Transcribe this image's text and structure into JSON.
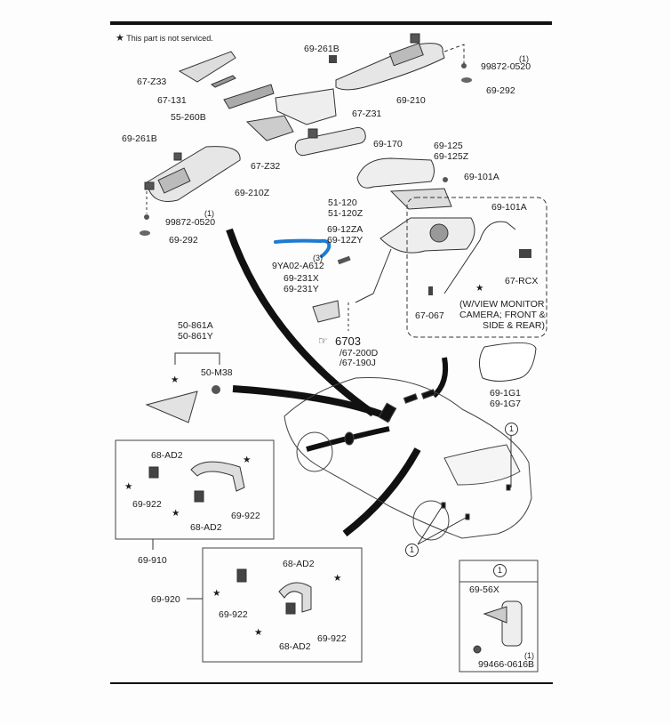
{
  "diagram": {
    "note": {
      "symbol": "★",
      "text": "This part is not serviced."
    },
    "parts": {
      "sunvisor_top": {
        "clip": "69-261B",
        "visor": "69-210",
        "screw_qty": "(1)",
        "screw": "99872-0520",
        "cover": "69-292"
      },
      "overhead": {
        "bracket": "67-Z33",
        "harness": "67-131",
        "map_lamp": "55-260B",
        "cover": "67-Z31",
        "cover2": "67-Z32"
      },
      "mirror": {
        "rear_view": "69-170"
      },
      "sunvisor_left": {
        "clip": "69-261B",
        "visor": "69-210Z",
        "screw_qty": "(1)",
        "screw": "99872-0520",
        "cover": "69-292"
      },
      "door_mirror": {
        "cap_a": "69-125",
        "cap_b": "69-125Z",
        "nut": "69-101A",
        "base_a": "51-120",
        "base_b": "51-120Z",
        "body_a": "69-12ZA",
        "body_b": "69-12ZY",
        "bolt_qty": "(3)",
        "bolt": "9YA02-A612",
        "garnish_a": "69-231X",
        "garnish_b": "69-231Y",
        "ref_num": "6703",
        "ref_a": "/67-200D",
        "ref_b": "/67-190J"
      },
      "camera_box": {
        "nut": "69-101A",
        "camera": "67-RCX",
        "connector": "67-067",
        "note_line1": "(W/VIEW MONITOR",
        "note_line2": "CAMERA; FRONT &",
        "note_line3": "SIDE & REAR)"
      },
      "mirror_glass": {
        "a": "69-1G1",
        "b": "69-1G7"
      },
      "quarter_glass": {
        "a": "50-861A",
        "b": "50-861Y",
        "clip": "50-M38"
      },
      "grip_front": {
        "set": "69-910",
        "clip_top": "68-AD2",
        "screw_left": "69-922",
        "screw_right": "69-922",
        "clip_bottom": "68-AD2"
      },
      "grip_rear": {
        "set": "69-920",
        "clip_top": "68-AD2",
        "screw_left": "69-922",
        "screw_right": "69-922",
        "clip_bottom": "68-AD2"
      },
      "detail_1": {
        "ref": "1",
        "cover": "69-56X",
        "screw_qty": "(1)",
        "screw": "99466-0616B"
      }
    },
    "callouts": [
      "1",
      "1"
    ],
    "colors": {
      "ink": "#1c1c1c",
      "annotation_blue": "#1e7bd0",
      "panel": "#d9d9d9"
    }
  }
}
